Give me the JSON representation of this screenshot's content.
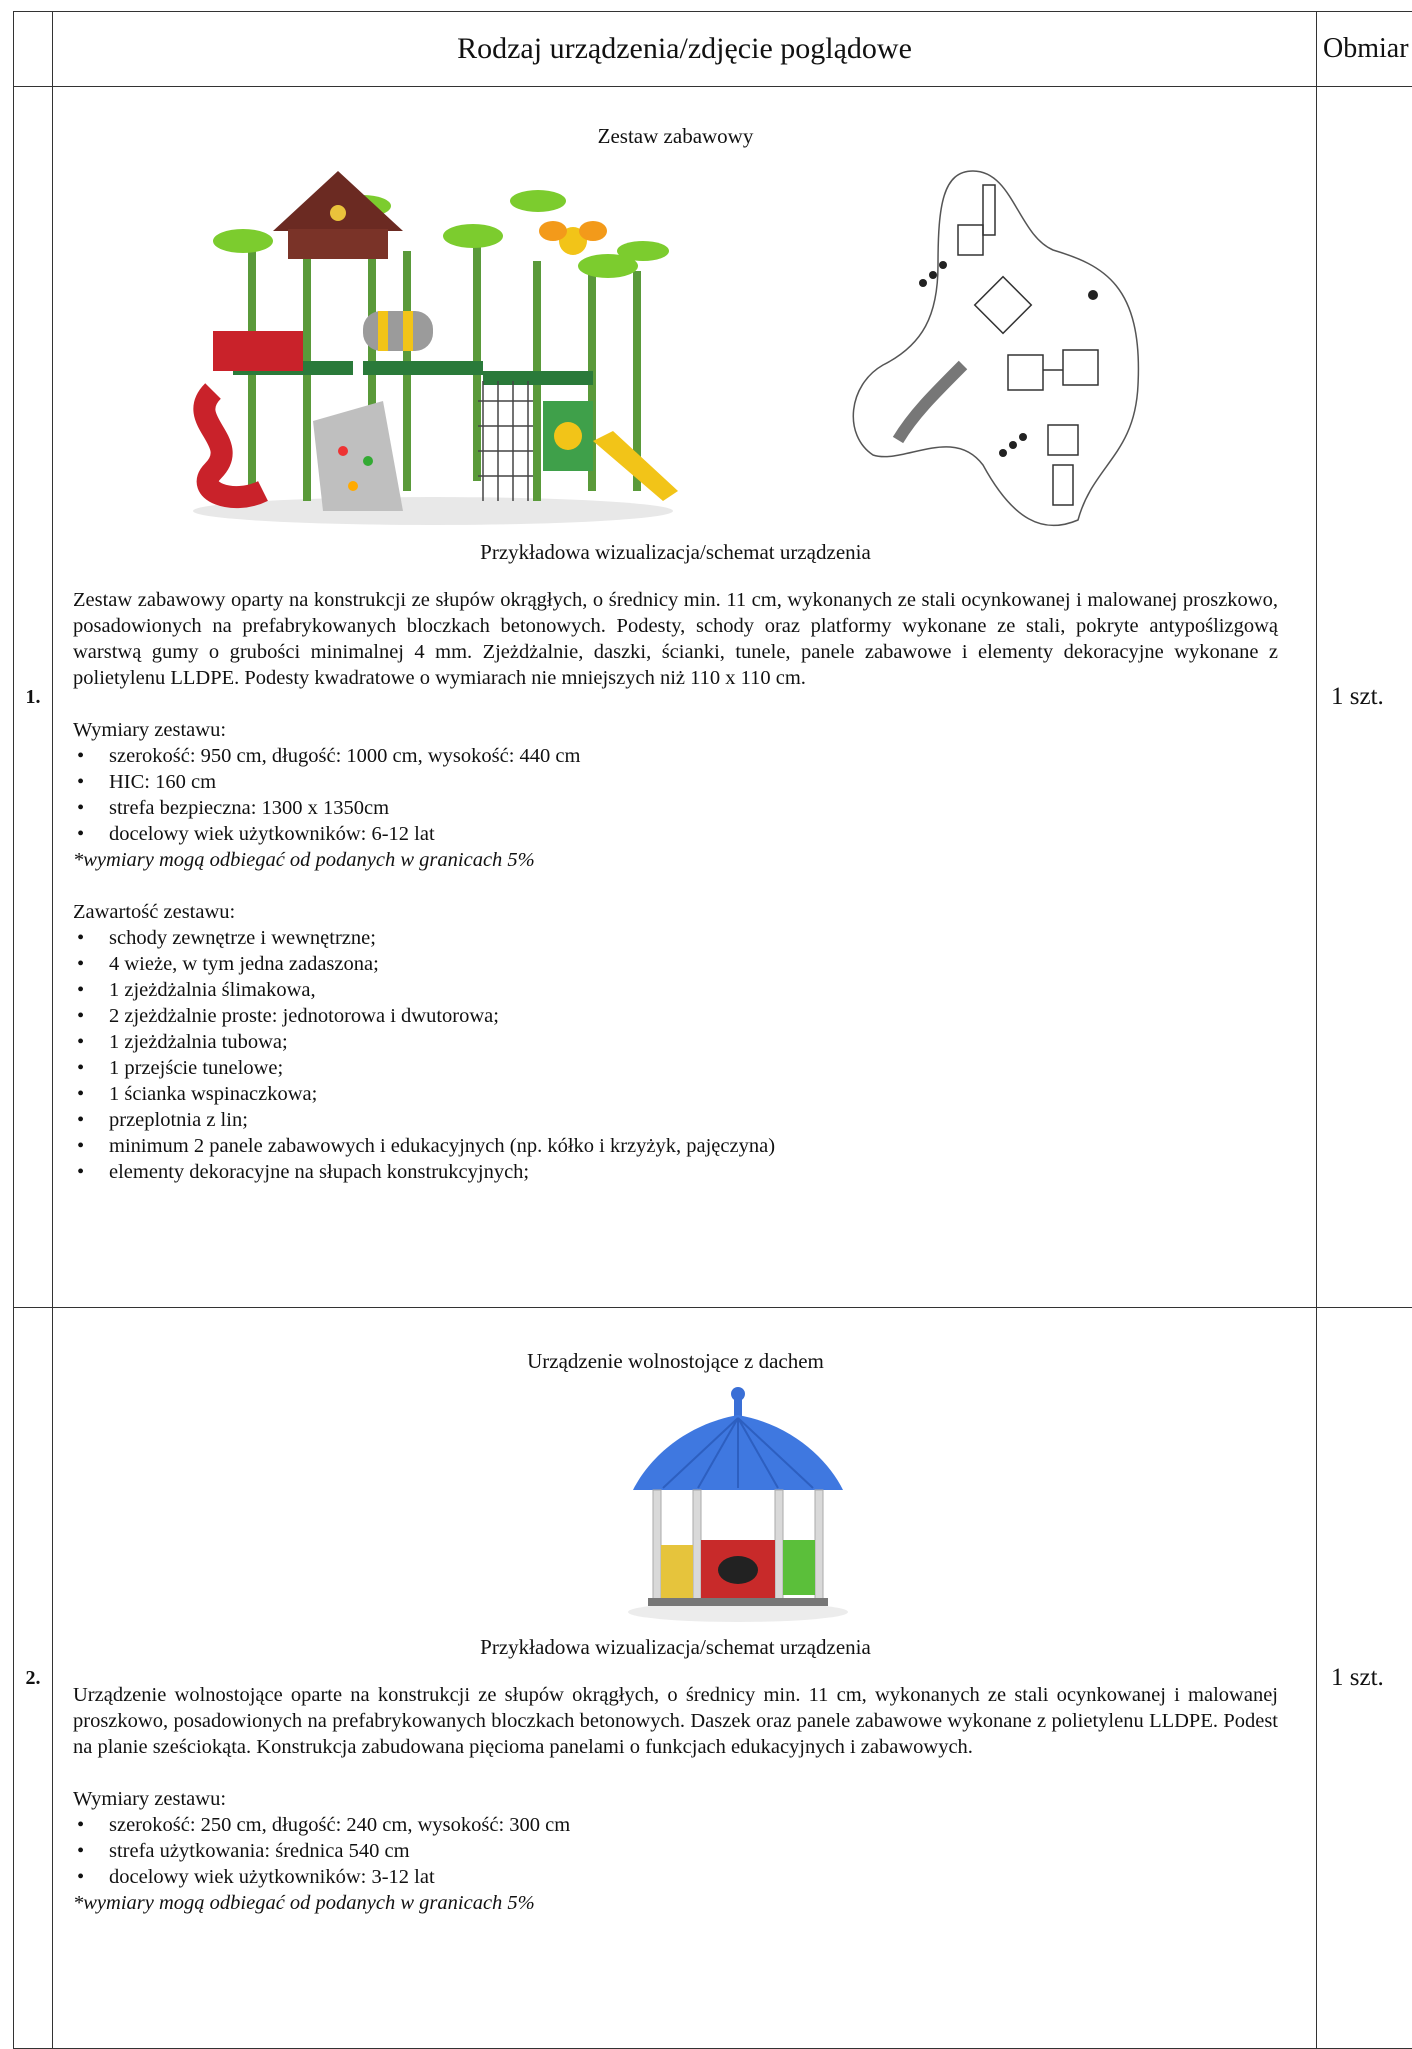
{
  "header": {
    "title": "Rodzaj urządzenia/zdjęcie poglądowe",
    "last_col": "Obmiar"
  },
  "items": [
    {
      "number": "1.",
      "title": "Zestaw zabawowy",
      "caption": "Przykładowa wizualizacja/schemat urządzenia",
      "description": "Zestaw zabawowy oparty na konstrukcji ze słupów okrągłych, o średnicy min. 11 cm, wykonanych ze stali ocynkowanej i malowanej proszkowo, posadowionych na prefabrykowanych bloczkach betonowych. Podesty, schody oraz platformy wykonane ze stali, pokryte antypoślizgową warstwą gumy o grubości minimalnej 4 mm. Zjeżdżalnie, daszki, ścianki, tunele, panele zabawowe i elementy dekoracyjne wykonane z polietylenu LLDPE.  Podesty kwadratowe o wymiarach nie mniejszych niż 110 x 110 cm.",
      "dims_heading": "Wymiary zestawu:",
      "dims": [
        "szerokość: 950 cm, długość: 1000 cm, wysokość: 440 cm",
        "HIC: 160 cm",
        "strefa bezpieczna: 1300 x 1350cm",
        "docelowy wiek użytkowników: 6-12 lat"
      ],
      "note": "*wymiary mogą odbiegać od podanych w granicach 5%",
      "contents_heading": "Zawartość zestawu:",
      "contents": [
        "schody zewnętrze i wewnętrzne;",
        "4 wieże, w tym jedna zadaszona;",
        "1 zjeżdżalnia ślimakowa,",
        "2 zjeżdżalnie proste: jednotorowa i dwutorowa;",
        "1 zjeżdżalnia tubowa;",
        "1 przejście tunelowe;",
        "1 ścianka wspinaczkowa;",
        "przeplotnia z lin;",
        "minimum 2 panele zabawowych i edukacyjnych (np. kółko i krzyżyk, pajęczyna)",
        "elementy dekoracyjne na słupach konstrukcyjnych;"
      ],
      "quantity": "1 szt."
    },
    {
      "number": "2.",
      "title": "Urządzenie wolnostojące z dachem",
      "caption": "Przykładowa wizualizacja/schemat urządzenia",
      "description": "Urządzenie wolnostojące oparte na konstrukcji ze słupów okrągłych, o średnicy min. 11 cm, wykonanych ze stali ocynkowanej i malowanej proszkowo, posadowionych na prefabrykowanych bloczkach betonowych. Daszek oraz  panele zabawowe wykonane z polietylenu LLDPE. Podest na planie sześciokąta. Konstrukcja zabudowana pięcioma panelami o funkcjach edukacyjnych i zabawowych.",
      "dims_heading": "Wymiary zestawu:",
      "dims": [
        "szerokość: 250 cm, długość: 240 cm, wysokość: 300 cm",
        "strefa użytkowania: średnica 540 cm",
        "docelowy wiek użytkowników: 3-12 lat"
      ],
      "note": "*wymiary mogą odbiegać od podanych w granicach 5%",
      "quantity": "1 szt."
    }
  ]
}
